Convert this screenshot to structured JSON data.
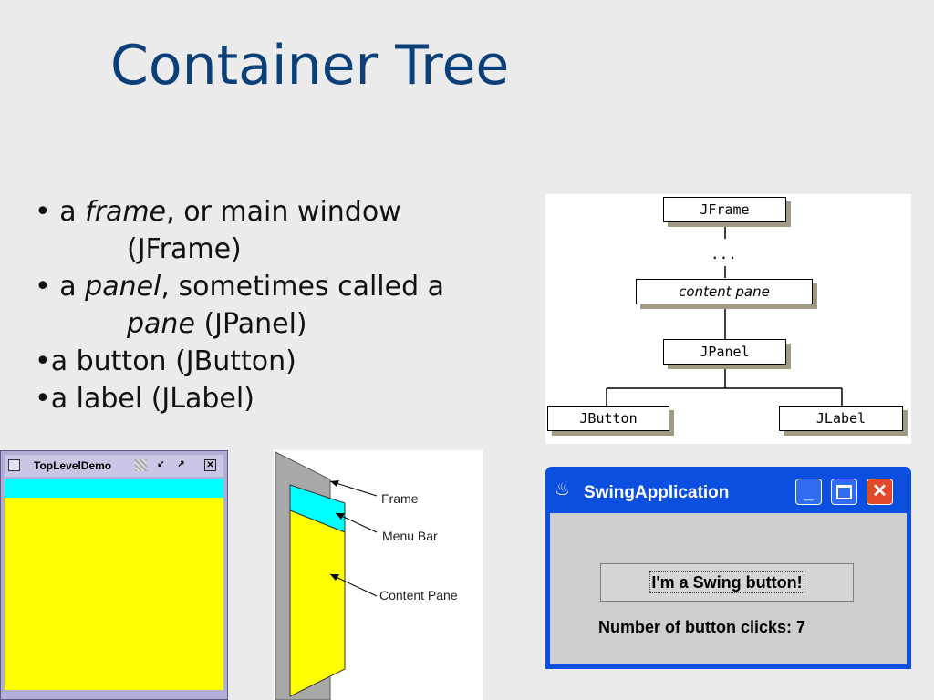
{
  "title": "Container Tree",
  "bullets": {
    "b1": {
      "prefix": "• a ",
      "em": "frame",
      "suffix": ", or main window",
      "cont": "(JFrame)"
    },
    "b2": {
      "prefix": "• a ",
      "em": "panel",
      "suffix": ", sometimes called a",
      "cont_em": "pane",
      "cont_suffix": " (JPanel)"
    },
    "b3": "•a button (JButton)",
    "b4": "•a label (JLabel)"
  },
  "tree": {
    "jframe": "JFrame",
    "dots": "...",
    "content_pane": "content pane",
    "jpanel": "JPanel",
    "jbutton": "JButton",
    "jlabel": "JLabel"
  },
  "toplevel": {
    "title": "TopLevelDemo",
    "colors": {
      "menu_bar": "#00ffff",
      "content": "#ffff00"
    }
  },
  "layers": {
    "frame": "Frame",
    "menu_bar": "Menu Bar",
    "content_pane": "Content Pane"
  },
  "swing": {
    "title": "SwingApplication",
    "button": "I'm a Swing button!",
    "label": "Number of button clicks: 7"
  }
}
